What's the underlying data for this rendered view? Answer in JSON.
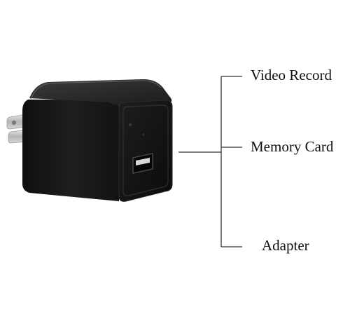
{
  "labels": {
    "video_record": "Video Record",
    "memory_card": "Memory Card",
    "adapter": "Adapter"
  },
  "colors": {
    "background": "#ffffff",
    "device_body": "#161616",
    "bracket_line": "#333333"
  }
}
